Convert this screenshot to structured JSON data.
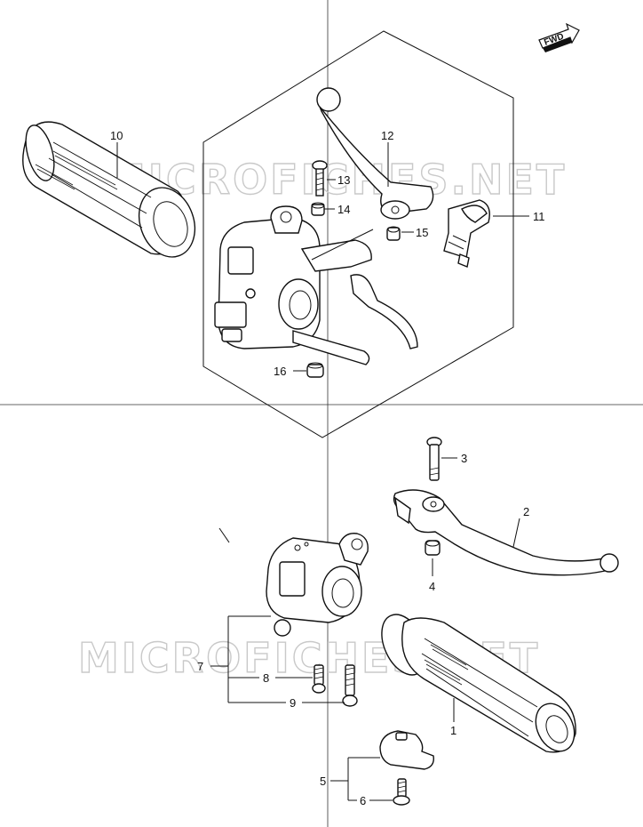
{
  "watermark": "MICROFICHES.NET",
  "fwd_label": "FWD",
  "callouts": [
    "1",
    "2",
    "3",
    "4",
    "5",
    "6",
    "7",
    "8",
    "9",
    "10",
    "11",
    "12",
    "13",
    "14",
    "15",
    "16"
  ],
  "icons": {
    "direction_arrow": "forward-arrow-icon"
  }
}
